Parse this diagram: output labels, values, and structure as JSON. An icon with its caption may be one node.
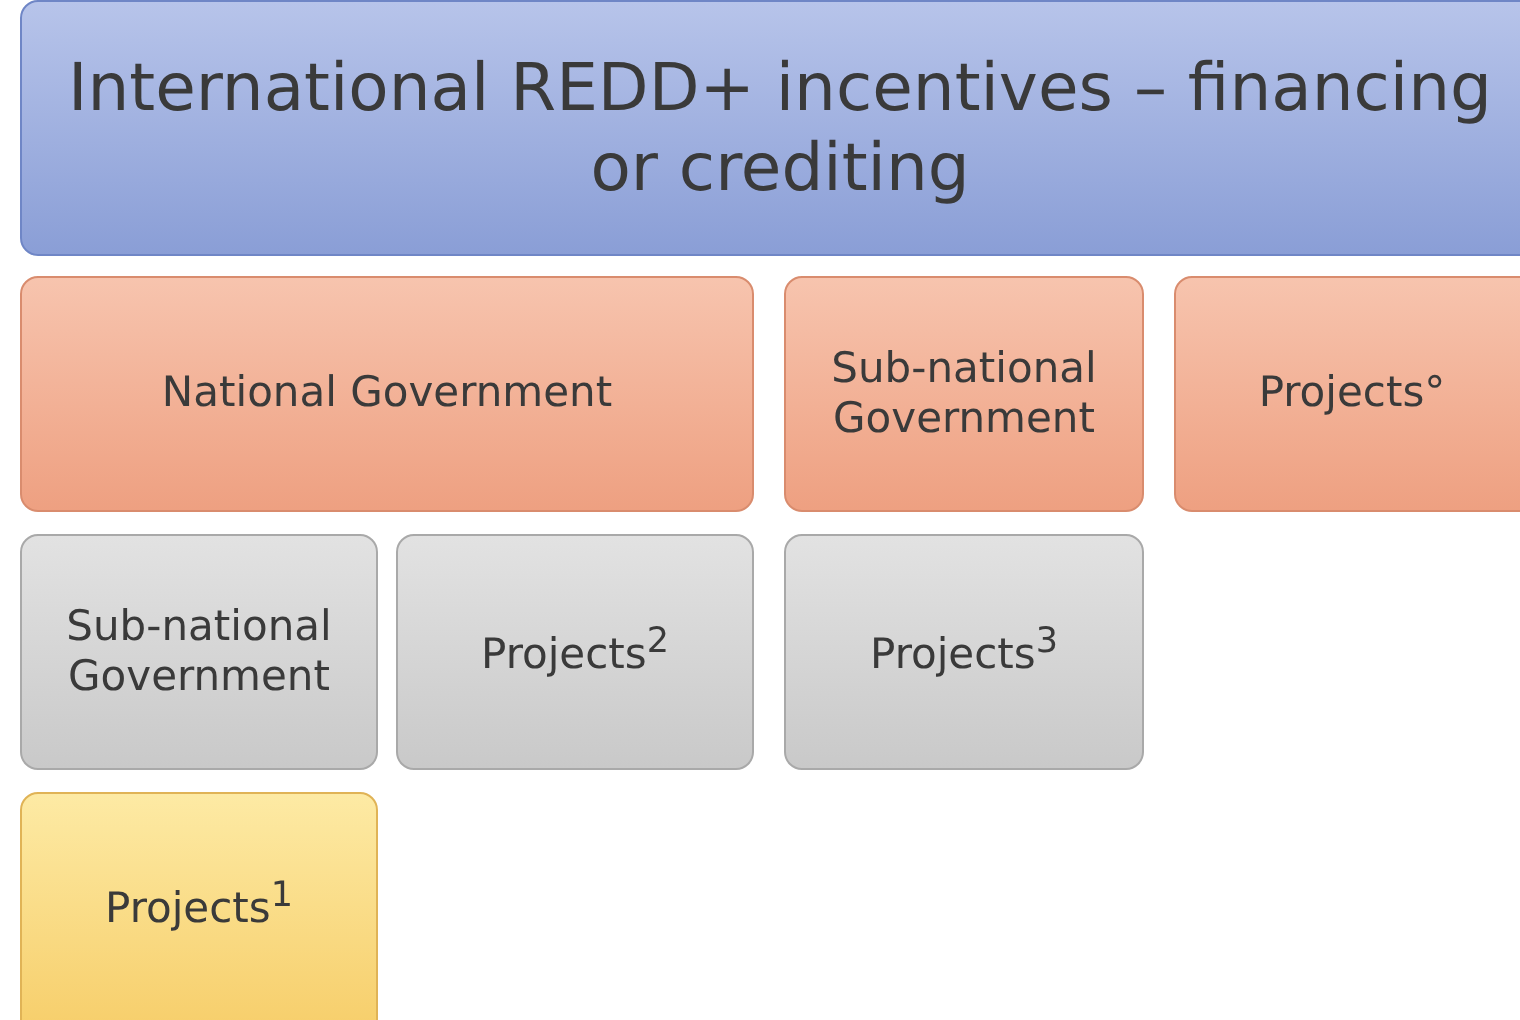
{
  "diagram": {
    "nodes": [
      {
        "text": [
          "International REDD+ incentives – financing or crediting"
        ]
      },
      {
        "text": [
          "National Government"
        ]
      },
      {
        "text": [
          "Sub-national Government"
        ]
      },
      {
        "text": [
          "Projects°"
        ]
      },
      {
        "text": [
          "Sub-national Government"
        ]
      },
      {
        "text": [
          "Projects$^{2}$"
        ]
      },
      {
        "text": [
          "Projects$^{3}$"
        ]
      },
      {
        "text": [
          "Projects$^{1}$"
        ]
      }
    ]
  }
}
